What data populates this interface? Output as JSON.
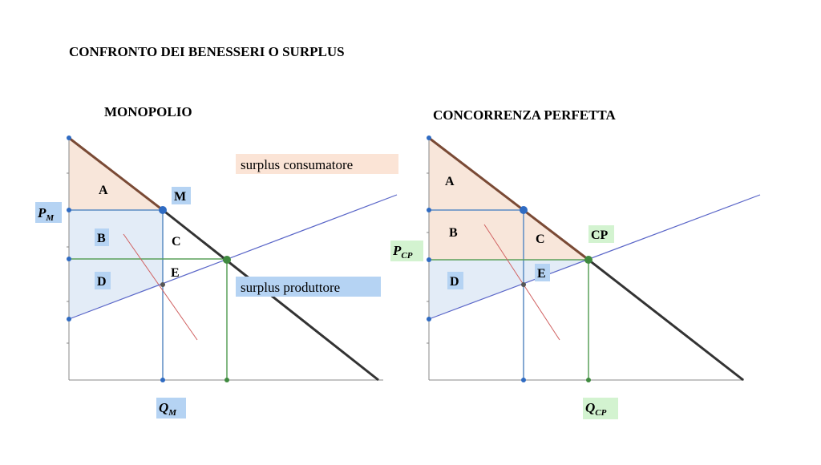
{
  "title": "CONFRONTO DEI BENESSERI O SURPLUS",
  "colors": {
    "consumer_fill": "#f8e6da",
    "producer_fill": "#e3ecf7",
    "label_highlight_blue": "#b5d3f3",
    "label_highlight_green": "#d3f3d0",
    "label_highlight_orange": "#fbe4d6",
    "demand_line": "#333333",
    "demand_upper": "#7a4a35",
    "supply_line": "#5a66c8",
    "red_line": "#d06060",
    "guide_blue": "#5b8cc4",
    "guide_green": "#5aa05a",
    "point_blue": "#2f6bc2",
    "point_green": "#3f8a3f",
    "point_grey": "#555555"
  },
  "legend": {
    "consumer": "surplus consumatore",
    "producer": "surplus produttore"
  },
  "panels": [
    {
      "title": "MONOPOLIO",
      "regions": {
        "A": "A",
        "B": "B",
        "C": "C",
        "D": "D",
        "E": "E"
      },
      "point_label": "M",
      "price_label": {
        "main": "P",
        "sub": "M"
      },
      "quantity_label": {
        "main": "Q",
        "sub": "M"
      }
    },
    {
      "title": "CONCORRENZA PERFETTA",
      "regions": {
        "A": "A",
        "B": "B",
        "C": "C",
        "D": "D",
        "E": "E"
      },
      "point_label": "CP",
      "price_label": {
        "main": "P",
        "sub": "CP"
      },
      "quantity_label": {
        "main": "Q",
        "sub": "CP"
      }
    }
  ]
}
